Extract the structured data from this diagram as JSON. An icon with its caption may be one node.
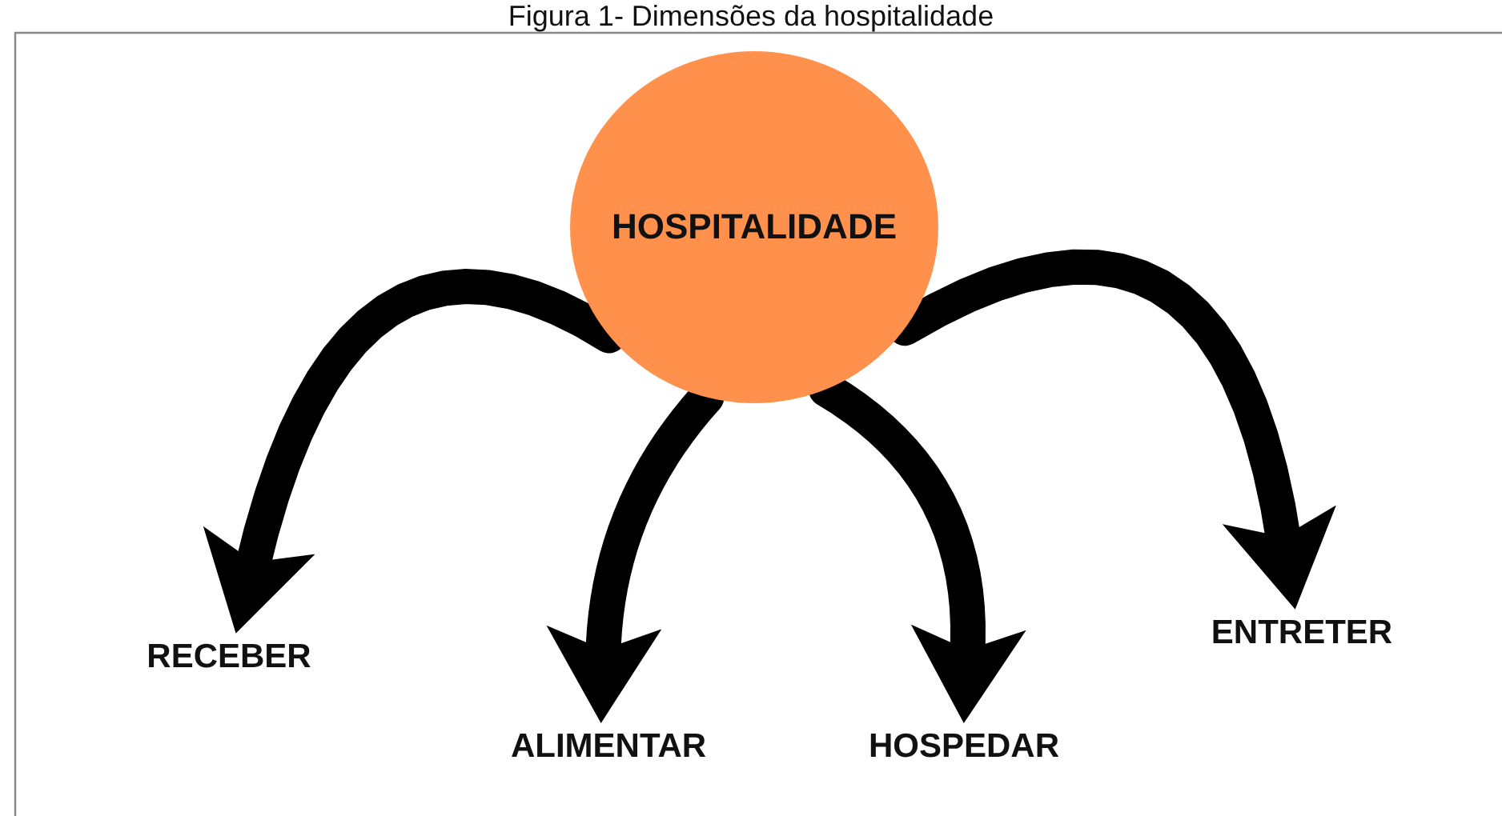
{
  "diagram": {
    "title": "Figura 1- Dimensões da hospitalidade",
    "nodes": [
      {
        "text": [
          "HOSPITALIDADE"
        ]
      },
      {
        "text": [
          "RECEBER"
        ]
      },
      {
        "text": [
          "ALIMENTAR"
        ]
      },
      {
        "text": [
          "HOSPEDAR"
        ]
      },
      {
        "text": [
          "ENTRETER"
        ]
      }
    ],
    "edges": [
      {
        "from": 0,
        "to": 1,
        "arrow": "to"
      },
      {
        "from": 0,
        "to": 2,
        "arrow": "to"
      },
      {
        "from": 0,
        "to": 3,
        "arrow": "to"
      },
      {
        "from": 0,
        "to": 4,
        "arrow": "to"
      }
    ]
  }
}
